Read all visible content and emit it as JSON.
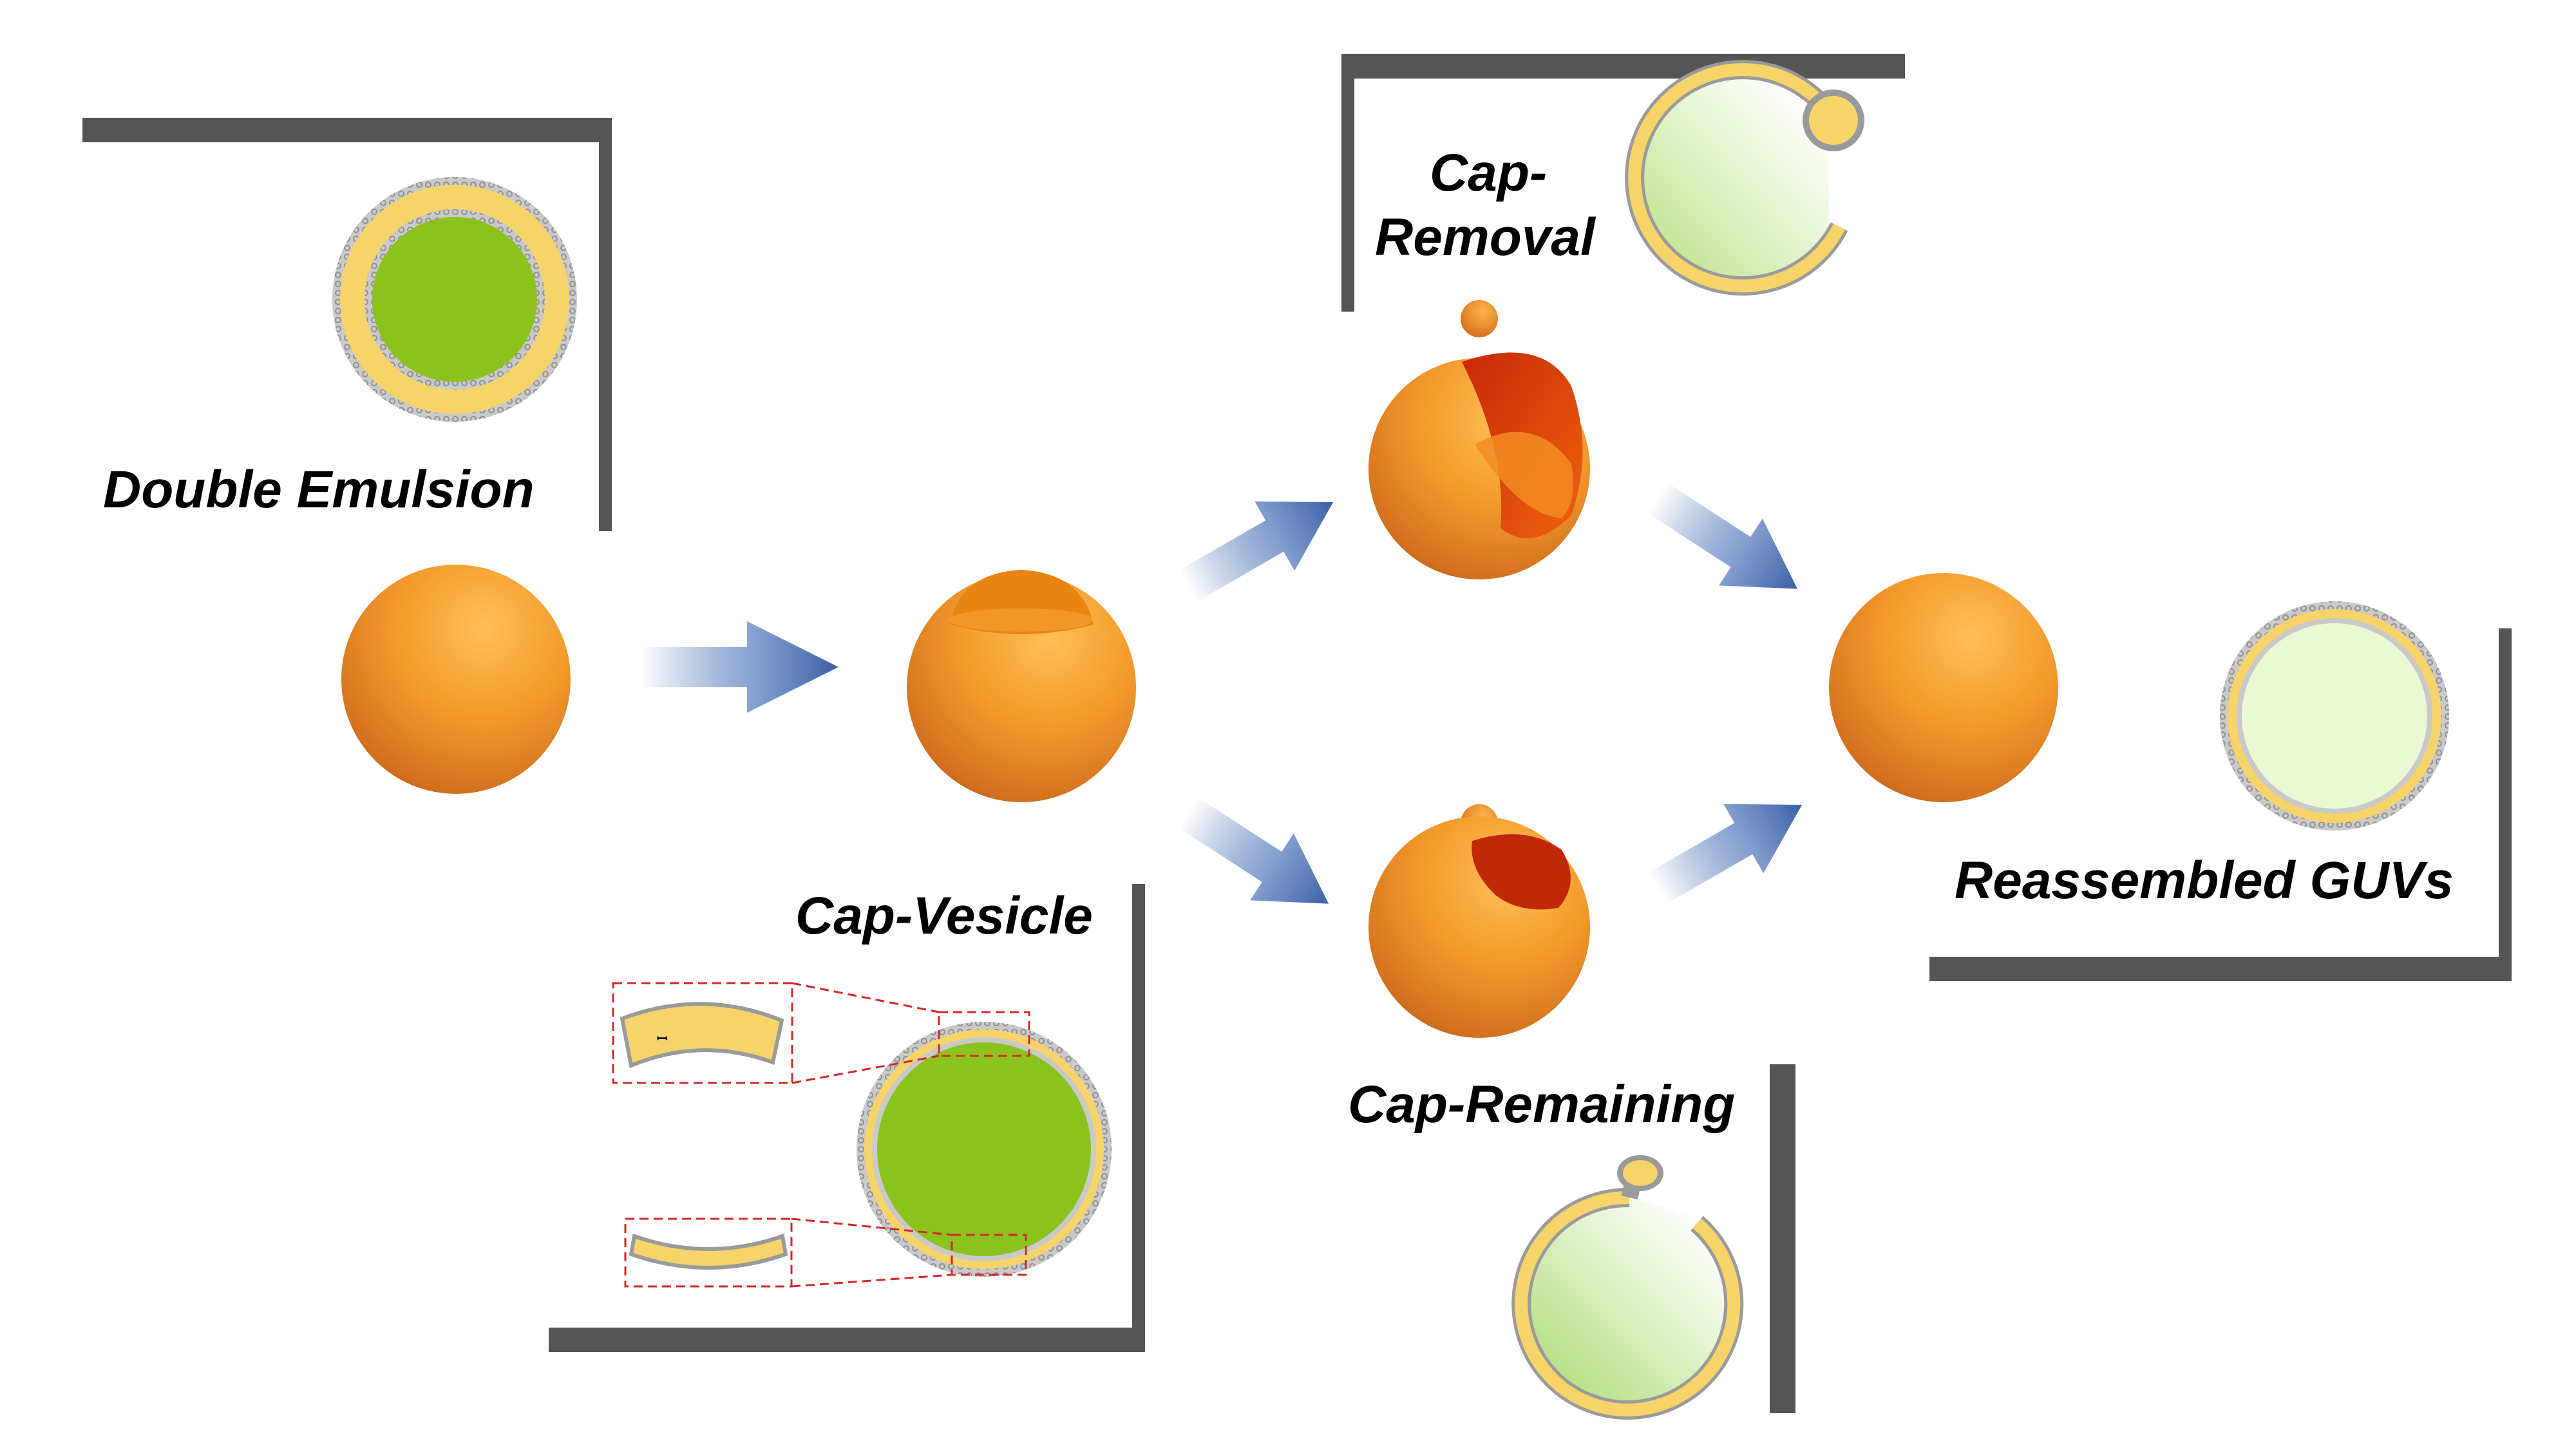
{
  "labels": {
    "double_emulsion": "Double Emulsion",
    "cap_vesicle": "Cap-Vesicle",
    "cap_removal_line1": "Cap-",
    "cap_removal_line2": "Removal",
    "cap_remaining": "Cap-Remaining",
    "reassembled_guvs": "Reassembled GUVs"
  },
  "colors": {
    "sphere_orange": "#f39a2c",
    "sphere_dark": "#c4641a",
    "cap_opening_red": "#d8300a",
    "oil_shell_yellow": "#f6d46a",
    "lipid_head_gray": "#9a9a9a",
    "inner_green": "#8cc21e",
    "guv_light_green": "#eaf8d3",
    "arrow_blue": "#4a6fb0",
    "frame_gray": "#555555",
    "zoom_box_red": "#d92424"
  },
  "icons": [
    "double-emulsion-sphere",
    "cap-vesicle-sphere",
    "cap-removal-sphere",
    "cap-remaining-sphere",
    "guv-sphere"
  ]
}
